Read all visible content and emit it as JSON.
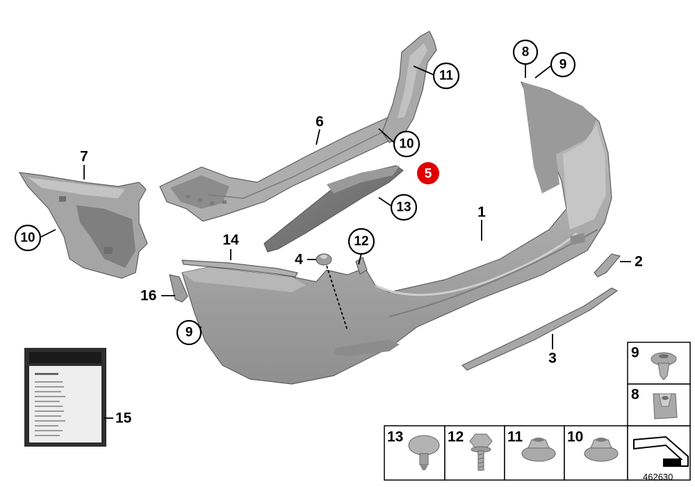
{
  "diagram": {
    "document_number": "462630",
    "callouts": {
      "c1": "1",
      "c2": "2",
      "c3": "3",
      "c4": "4",
      "c5": "5",
      "c6": "6",
      "c7": "7",
      "c8": "8",
      "c9_top": "9",
      "c9_left": "9",
      "c10_left": "10",
      "c10_mid": "10",
      "c11": "11",
      "c12": "12",
      "c13": "13",
      "c14": "14",
      "c15": "15",
      "c16": "16"
    },
    "fastener_panel": {
      "cells": [
        {
          "number": "13",
          "icon": "push-rivet-icon"
        },
        {
          "number": "12",
          "icon": "hex-bolt-icon"
        },
        {
          "number": "11",
          "icon": "flange-nut-icon"
        },
        {
          "number": "10",
          "icon": "flange-nut-icon"
        },
        {
          "number": "9",
          "icon": "expanding-rivet-icon"
        },
        {
          "number": "8",
          "icon": "clip-nut-icon"
        }
      ]
    },
    "highlight_color": "#e00000",
    "part_color": "#a6a6a6"
  }
}
